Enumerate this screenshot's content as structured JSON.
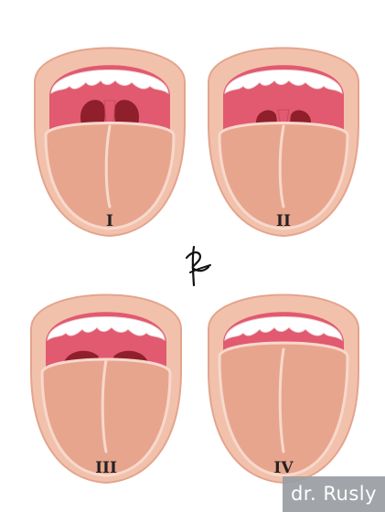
{
  "diagram": {
    "panels": [
      {
        "label": "I",
        "visibility": "full"
      },
      {
        "label": "II",
        "visibility": "partial"
      },
      {
        "label": "III",
        "visibility": "low"
      },
      {
        "label": "IV",
        "visibility": "none"
      }
    ],
    "signature": "signature mark",
    "watermark": "dr. Rusly"
  },
  "colors": {
    "lip": "#f2c1ac",
    "lip_outline": "#e3a48d",
    "throat": "#e15a70",
    "deep_throat": "#8e1f2b",
    "tongue": "#e8a58e",
    "tongue_outline": "#f7d9cc",
    "teeth": "#ffffff",
    "watermark_bg": "#9a9ea2"
  }
}
